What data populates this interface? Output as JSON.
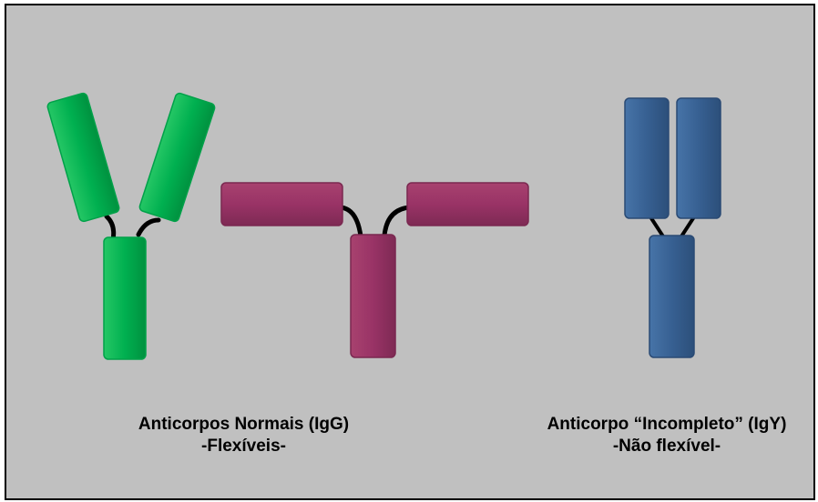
{
  "colors": {
    "background": "#c0c0c0",
    "igg_flexible": "#00b050",
    "igg_spread": "#993366",
    "igy": "#376092",
    "hinge": "#000000"
  },
  "captions": {
    "left_title": "Anticorpos Normais (IgG)",
    "left_subtitle": "-Flexíveis-",
    "right_title": "Anticorpo “Incompleto” (IgY)",
    "right_subtitle": "-Não flexível-"
  }
}
